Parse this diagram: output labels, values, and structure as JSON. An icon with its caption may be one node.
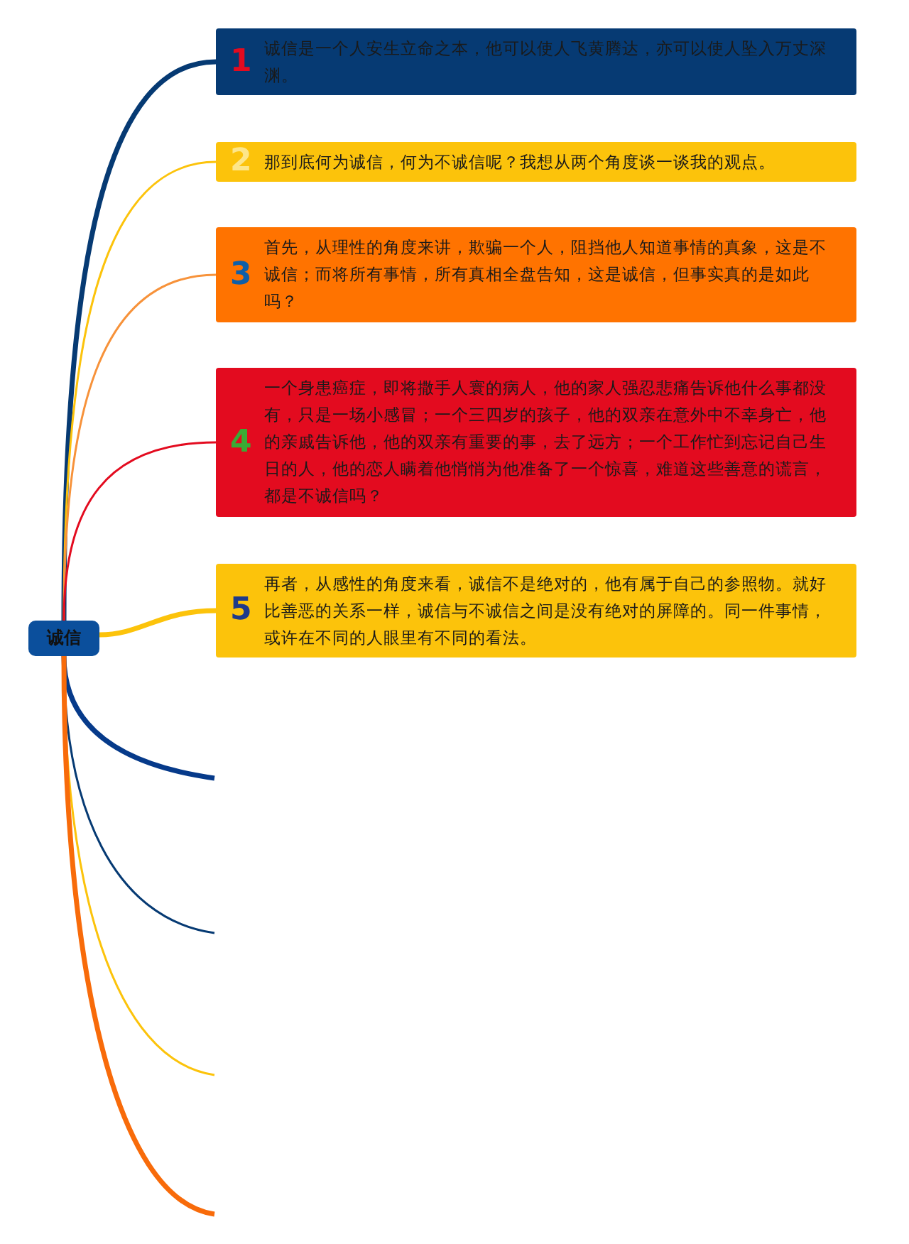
{
  "diagram": {
    "nodes": [
      {
        "text": [
          "诚信"
        ]
      },
      {
        "text": [
          "1",
          "诚信是一个人安生立命之本，他可以使人飞黄腾达，亦可以使人坠入万丈深渊。"
        ]
      },
      {
        "text": [
          "2",
          "那到底何为诚信，何为不诚信呢？我想从两个角度谈一谈我的观点。"
        ]
      },
      {
        "text": [
          "3",
          "首先，从理性的角度来讲，欺骗一个人，阻挡他人知道事情的真象，这是不诚信；而将所有事情，所有真相全盘告知，这是诚信，但事实真的是如此吗？"
        ]
      },
      {
        "text": [
          "4",
          "一个身患癌症，即将撒手人寰的病人，他的家人强忍悲痛告诉他什么事都没有，只是一场小感冒；一个三四岁的孩子，他的双亲在意外中不幸身亡，他的亲戚告诉他，他的双亲有重要的事，去了远方；一个工作忙到忘记自己生日的人，他的恋人瞒着他悄悄为他准备了一个惊喜，难道这些善意的谎言，都是不诚信吗？"
        ]
      },
      {
        "text": [
          "5",
          "再者，从感性的角度来看，诚信不是绝对的，他有属于自己的参照物。就好比善恶的关系一样，诚信与不诚信之间是没有绝对的屏障的。同一件事情，或许在不同的人眼里有不同的看法。"
        ]
      }
    ],
    "edges": [
      {
        "from": 0,
        "to": 1,
        "arrow": "none",
        "style": "thick",
        "color": "#063a73"
      },
      {
        "from": 0,
        "to": 2,
        "arrow": "none",
        "color": "#fcc30b"
      },
      {
        "from": 0,
        "to": 3,
        "arrow": "none",
        "color": "#f7923a"
      },
      {
        "from": 0,
        "to": 4,
        "arrow": "none",
        "color": "#e30b1f"
      },
      {
        "from": 0,
        "to": 5,
        "arrow": "none",
        "style": "thick",
        "color": "#fcc30b"
      },
      {
        "from": 0,
        "to": null,
        "arrow": "none",
        "style": "thick",
        "color": "#063a8a"
      },
      {
        "from": 0,
        "to": null,
        "arrow": "none",
        "color": "#063a73"
      },
      {
        "from": 0,
        "to": null,
        "arrow": "none",
        "color": "#fcc30b"
      },
      {
        "from": 0,
        "to": null,
        "arrow": "none",
        "style": "thick",
        "color": "#f86b0a"
      }
    ]
  }
}
